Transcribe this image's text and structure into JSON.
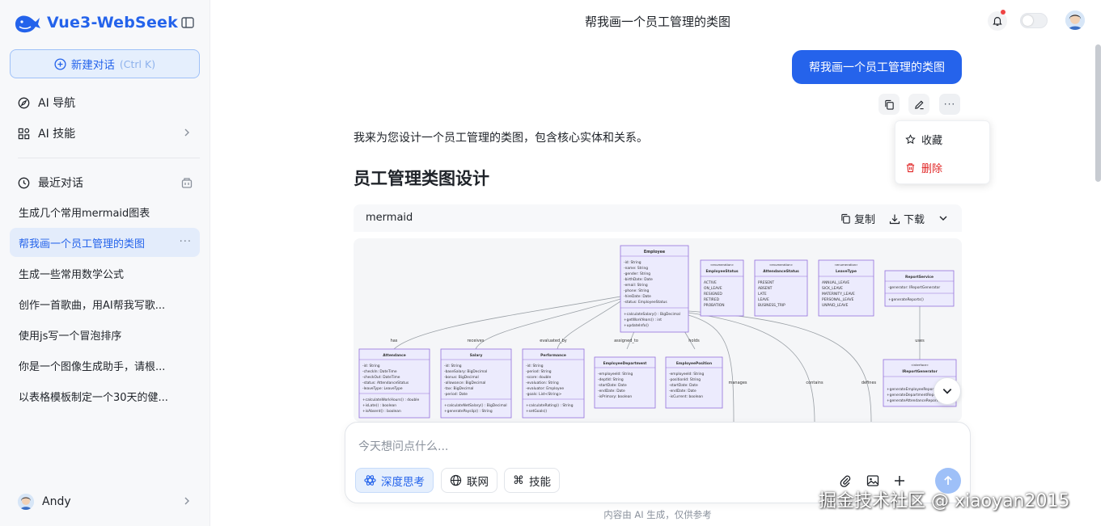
{
  "app": {
    "name": "Vue3-WebSeek"
  },
  "sidebar": {
    "new_chat_label": "新建对话",
    "new_chat_shortcut": "(Ctrl K)",
    "nav": [
      {
        "label": "AI 导航",
        "icon": "compass-icon"
      },
      {
        "label": "AI 技能",
        "icon": "grid-icon"
      }
    ],
    "recent_label": "最近对话",
    "history": [
      "生成几个常用mermaid图表",
      "帮我画一个员工管理的类图",
      "生成一些常用数学公式",
      "创作一首歌曲，用AI帮我写歌...",
      "使用js写一个冒泡排序",
      "你是一个图像生成助手，请根...",
      "以表格模板制定一个30天的健..."
    ],
    "active_index": 1,
    "user_name": "Andy"
  },
  "header": {
    "title": "帮我画一个员工管理的类图"
  },
  "chat": {
    "user_message": "帮我画一个员工管理的类图",
    "menu": {
      "favorite": "收藏",
      "delete": "删除"
    },
    "intro": "我来为您设计一个员工管理的类图，包含核心实体和关系。",
    "section_title": "员工管理类图设计",
    "code": {
      "lang": "mermaid",
      "copy": "复制",
      "download": "下载"
    },
    "diagram": {
      "classes": {
        "employee": {
          "title": "Employee",
          "attrs": [
            "-id: String",
            "-name: String",
            "-gender: String",
            "-birthDate: Date",
            "-email: String",
            "-phone: String",
            "-hireDate: Date",
            "-status: EmployeeStatus"
          ],
          "methods": [
            "+calculateSalary() : BigDecimal",
            "+getWorkYears() : int",
            "+updateInfo()"
          ]
        },
        "employee_status": {
          "stereo": "«enumeration»",
          "title": "EmployeeStatus",
          "attrs": [
            "ACTIVE",
            "ON_LEAVE",
            "RESIGNED",
            "RETIRED",
            "PROBATION"
          ]
        },
        "attendance_status": {
          "stereo": "«enumeration»",
          "title": "AttendanceStatus",
          "attrs": [
            "PRESENT",
            "ABSENT",
            "LATE",
            "LEAVE",
            "BUSINESS_TRIP"
          ]
        },
        "leave_type": {
          "stereo": "«enumeration»",
          "title": "LeaveType",
          "attrs": [
            "ANNUAL_LEAVE",
            "SICK_LEAVE",
            "MATERNITY_LEAVE",
            "PERSONAL_LEAVE",
            "UNPAID_LEAVE"
          ]
        },
        "report_service": {
          "title": "ReportService",
          "attrs": [
            "-generator: IReportGenerator"
          ],
          "methods": [
            "+generateReports()"
          ]
        },
        "attendance": {
          "title": "Attendance",
          "attrs": [
            "-id: String",
            "-checkIn: DateTime",
            "-checkOut: DateTime",
            "-status: AttendanceStatus",
            "-leaveType: LeaveType"
          ],
          "methods": [
            "+calculateWorkHours() : double",
            "+isLate() : boolean",
            "+isAbsent() : boolean"
          ]
        },
        "salary": {
          "title": "Salary",
          "attrs": [
            "-id: String",
            "-baseSalary: BigDecimal",
            "-bonus: BigDecimal",
            "-allowance: BigDecimal",
            "-tax: BigDecimal",
            "-period: Date"
          ],
          "methods": [
            "+calculateNetSalary() : BigDecimal",
            "+generatePayslip() : String"
          ]
        },
        "performance": {
          "title": "Performance",
          "attrs": [
            "-id: String",
            "-period: String",
            "-score: double",
            "-evaluation: String",
            "-evaluator: Employee",
            "-goals: List<String>"
          ],
          "methods": [
            "+calculateRating() : String",
            "+setGoals()"
          ]
        },
        "employee_department": {
          "title": "EmployeeDepartment",
          "attrs": [
            "-employeeId: String",
            "-deptId: String",
            "-startDate: Date",
            "-endDate: Date",
            "-isPrimary: boolean"
          ]
        },
        "employee_position": {
          "title": "EmployeePosition",
          "attrs": [
            "-employeeId: String",
            "-positionId: String",
            "-startDate: Date",
            "-endDate: Date",
            "-isCurrent: boolean"
          ]
        },
        "report_generator": {
          "stereo": "«interface»",
          "title": "IReportGenerator",
          "methods": [
            "+generateEmployeeReport()",
            "+generateDepartmentReport()",
            "+generateAttendanceReport()"
          ]
        }
      },
      "edges": [
        "has",
        "receives",
        "evaluated_by",
        "assigned_to",
        "holds",
        "manages",
        "contains",
        "defines",
        "uses"
      ]
    }
  },
  "input": {
    "placeholder": "今天想问点什么...",
    "chips": {
      "deep_think": "深度思考",
      "web": "联网",
      "skills": "技能"
    }
  },
  "footer": {
    "disclaimer": "内容由 AI 生成，仅供参考"
  },
  "watermark": "掘金技术社区 @ xiaoyan2015",
  "colors": {
    "accent": "#2563eb",
    "danger": "#e02424",
    "diagram_box": "#ecebfd",
    "diagram_border": "#9370db"
  }
}
